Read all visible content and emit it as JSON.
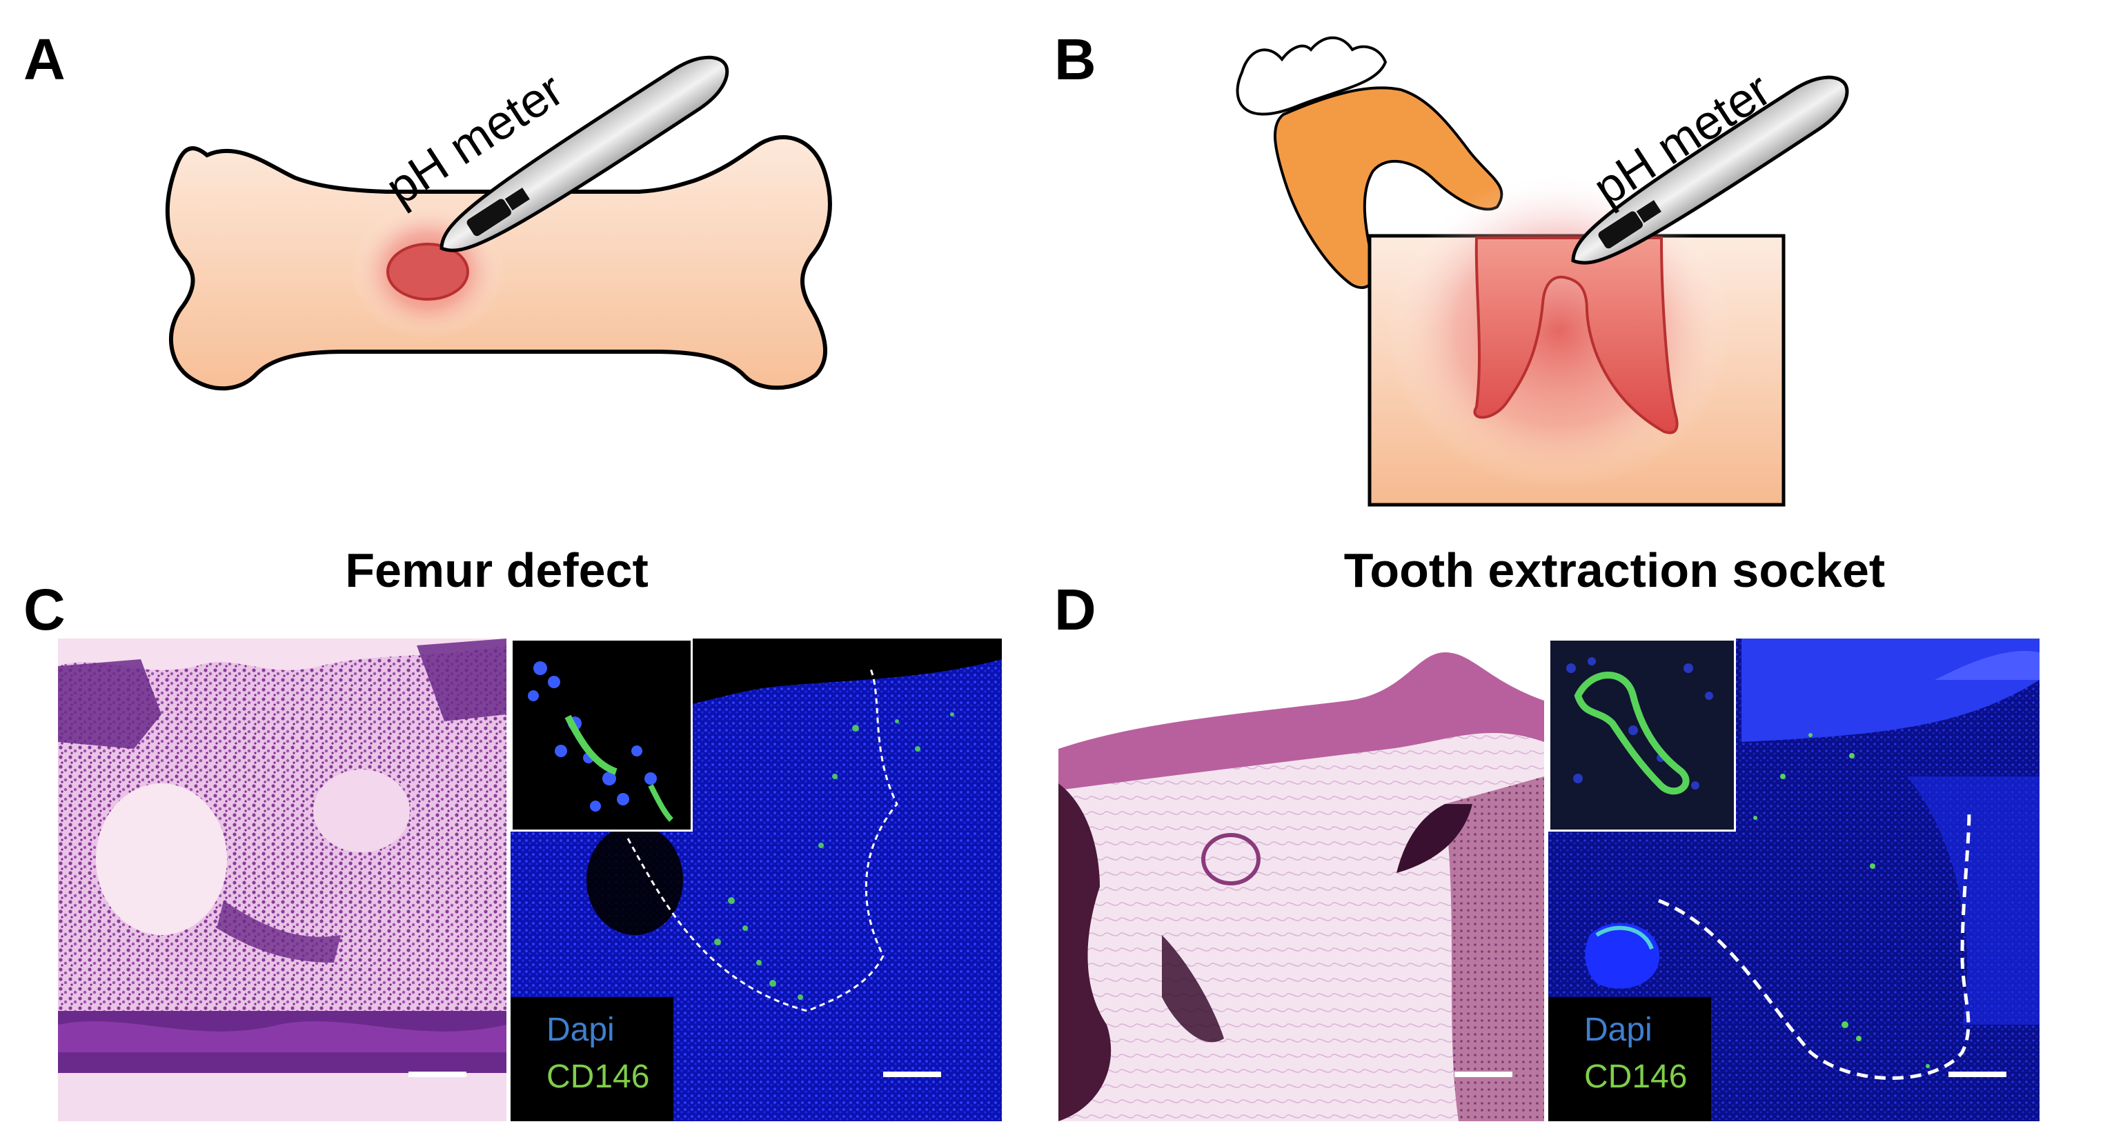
{
  "panels": {
    "a": {
      "letter": "A",
      "probe_label": "pH meter"
    },
    "b": {
      "letter": "B",
      "probe_label": "pH meter"
    },
    "c": {
      "letter": "C",
      "title": "Femur defect",
      "legend": {
        "dapi": "Dapi",
        "cd146": "CD146"
      }
    },
    "d": {
      "letter": "D",
      "title": "Tooth extraction socket",
      "legend": {
        "dapi": "Dapi",
        "cd146": "CD146"
      }
    }
  },
  "colors": {
    "bone_fill_top": "#fde6d6",
    "bone_fill_bottom": "#f8c39e",
    "acidic_zone": "#e04a4a",
    "tooth_crown": "#f39a45",
    "he_stain": "#b04ca8",
    "dapi_blue": "#1a2fd8",
    "cd146_green": "#57d35a"
  },
  "icons": {
    "probe": "ph-meter-probe-icon"
  }
}
